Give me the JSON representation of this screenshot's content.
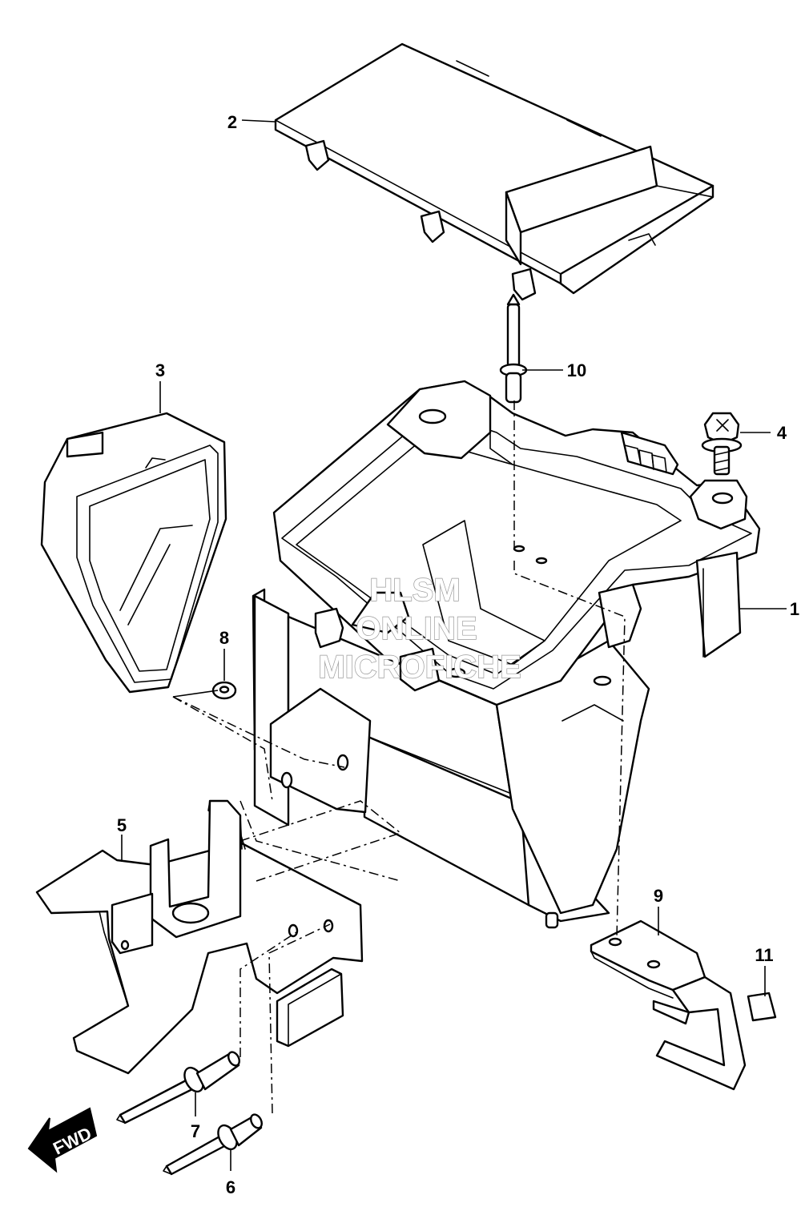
{
  "callouts": [
    {
      "id": "1",
      "label": "1"
    },
    {
      "id": "2",
      "label": "2"
    },
    {
      "id": "3",
      "label": "3"
    },
    {
      "id": "4",
      "label": "4"
    },
    {
      "id": "5",
      "label": "5"
    },
    {
      "id": "6",
      "label": "6"
    },
    {
      "id": "7",
      "label": "7"
    },
    {
      "id": "8",
      "label": "8"
    },
    {
      "id": "9",
      "label": "9"
    },
    {
      "id": "10",
      "label": "10"
    },
    {
      "id": "11",
      "label": "11"
    }
  ],
  "watermark": {
    "line1": "HLSM",
    "line2": "ONLINE",
    "line3": "MICROFICHE"
  },
  "direction_indicator": {
    "label": "FWD",
    "icon": "fwd-arrow-icon"
  }
}
